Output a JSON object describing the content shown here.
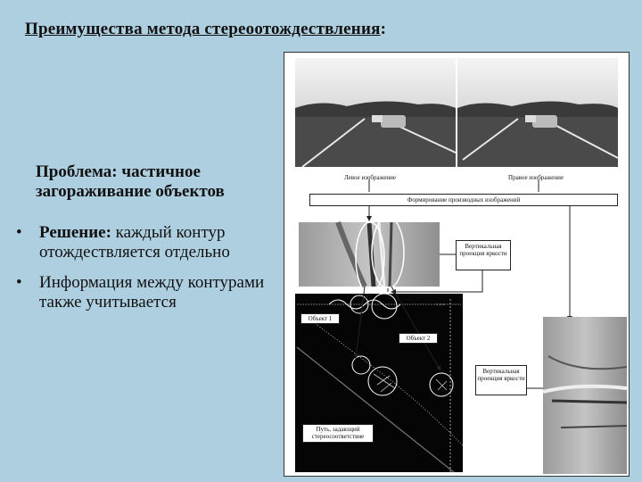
{
  "slide": {
    "title": "Преимущества метода стереоотождествления",
    "title_suffix": ":",
    "problem_label": "Проблема: частичное загораживание объектов",
    "bullets": [
      {
        "bold": "Решение:",
        "text": " каждый контур отождествляется отдельно"
      },
      {
        "bold": "",
        "text": "Информация между контурами также учитывается"
      }
    ]
  },
  "figure": {
    "left_image_label": "Левое изображение",
    "right_image_label": "Правое изображение",
    "formation_label": "Формирование производных изображений",
    "vertical_projection_1": "Вертикальная проекция яркости",
    "object_1": "Объект 1",
    "object_2": "Объект 2",
    "vertical_projection_2": "Вертикальная проекция яркости",
    "path_label": "Путь, задающий стереосоответствие"
  },
  "colors": {
    "background": "#aecfe0"
  }
}
